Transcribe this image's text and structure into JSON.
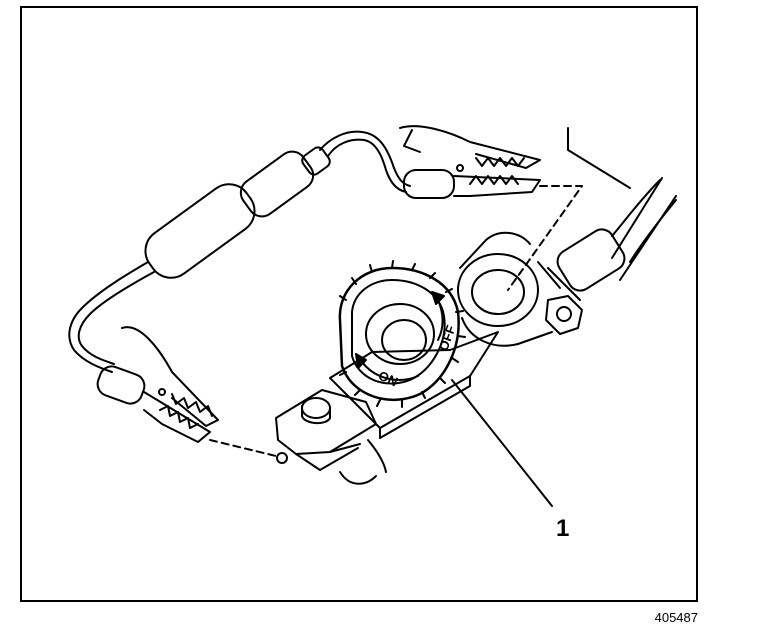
{
  "figure": {
    "callout_number": "1",
    "dial_label_on": "ON",
    "dial_label_off": "OFF",
    "figure_id": "405487"
  },
  "colors": {
    "line": "#000000",
    "paper": "#ffffff"
  }
}
